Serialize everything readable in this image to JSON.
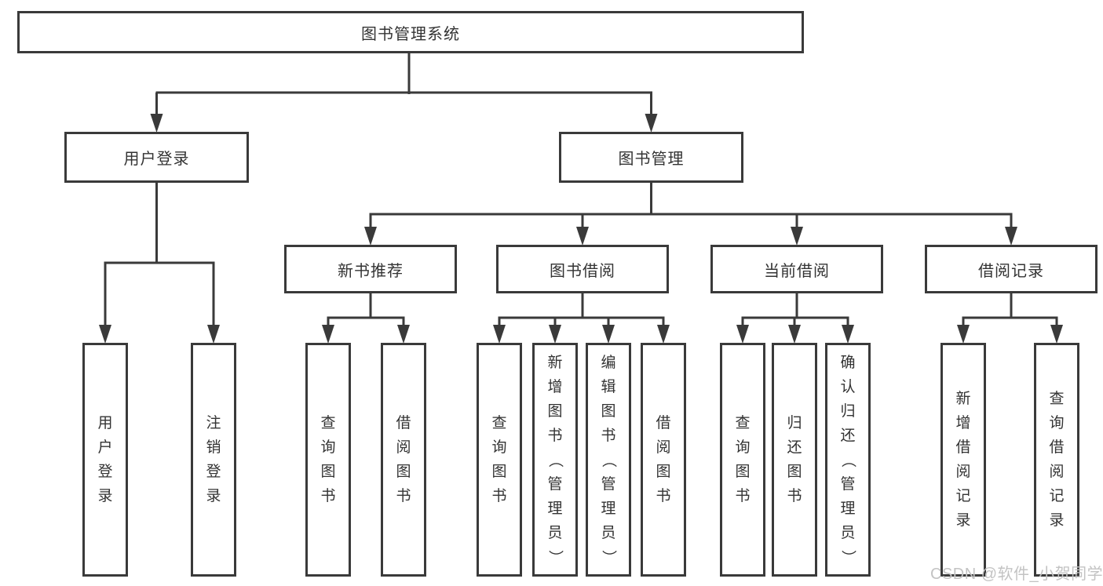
{
  "colors": {
    "line": "#3a3a3a",
    "box_border": "#3a3a3a",
    "text": "#333333",
    "watermark": "#c3c3c3",
    "background": "#ffffff"
  },
  "tree": {
    "root": "图书管理系统",
    "user_login": {
      "label": "用户登录",
      "children": {
        "login": "用户登录",
        "logout": "注销登录"
      }
    },
    "book_mgmt": {
      "label": "图书管理",
      "sections": {
        "new_book": {
          "label": "新书推荐",
          "children": {
            "query": "查询图书",
            "borrow": "借阅图书"
          }
        },
        "borrow": {
          "label": "图书借阅",
          "children": {
            "query": "查询图书",
            "add": "新增图书（管理员）",
            "edit": "编辑图书（管理员）",
            "borrow": "借阅图书"
          }
        },
        "current": {
          "label": "当前借阅",
          "children": {
            "query": "查询图书",
            "return": "归还图书",
            "confirm": "确认归还（管理员）"
          }
        },
        "record": {
          "label": "借阅记录",
          "children": {
            "add": "新增借阅记录",
            "query": "查询借阅记录"
          }
        }
      }
    }
  },
  "watermark": "CSDN @软件_小贺同学"
}
